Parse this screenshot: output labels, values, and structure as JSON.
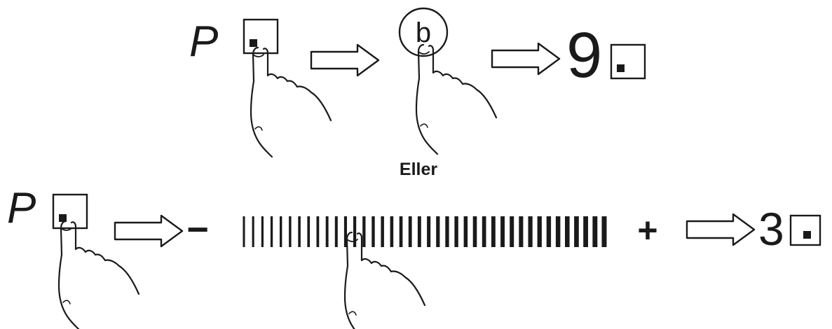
{
  "top_sequence": {
    "start_display": "P",
    "button_symbol": "b",
    "result_display": "9"
  },
  "separator_text": "Eller",
  "bottom_sequence": {
    "start_display": "P",
    "minus_symbol": "−",
    "plus_symbol": "+",
    "result_display": "3"
  },
  "icons": {
    "square_button": "square-button-icon",
    "circle_b_button": "circle-b-button-icon",
    "hand_pointer": "hand-pointer-icon",
    "arrow": "hollow-right-arrow-icon",
    "slider": "touch-slider-icon"
  },
  "colors": {
    "ink": "#1a1a1a",
    "background": "#ffffff"
  }
}
